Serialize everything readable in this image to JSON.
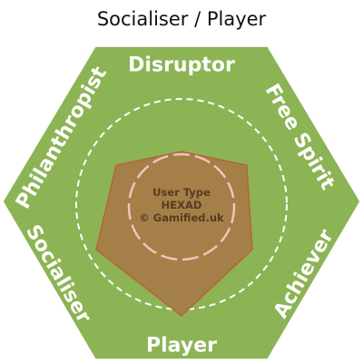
{
  "title": "Socialiser / Player",
  "colors": {
    "hexagon": "#8cb455",
    "hexagon_stroke": "#ffffff",
    "inner_shape": "#a47f47",
    "inner_stroke": "#b5653a",
    "center_text": "#5a3a20",
    "dashed_circle": "#ffffff",
    "inner_circle": "#f0c4bc",
    "label_text": "#ffffff"
  },
  "segments": {
    "top": "Disruptor",
    "upper_right": "Free Spirit",
    "lower_right": "Achiever",
    "bottom": "Player",
    "lower_left": "Socialiser",
    "upper_left": "Philanthropist"
  },
  "center": {
    "line1": "User Type",
    "line2": "HEXAD",
    "line3": "© Gamified.uk"
  }
}
